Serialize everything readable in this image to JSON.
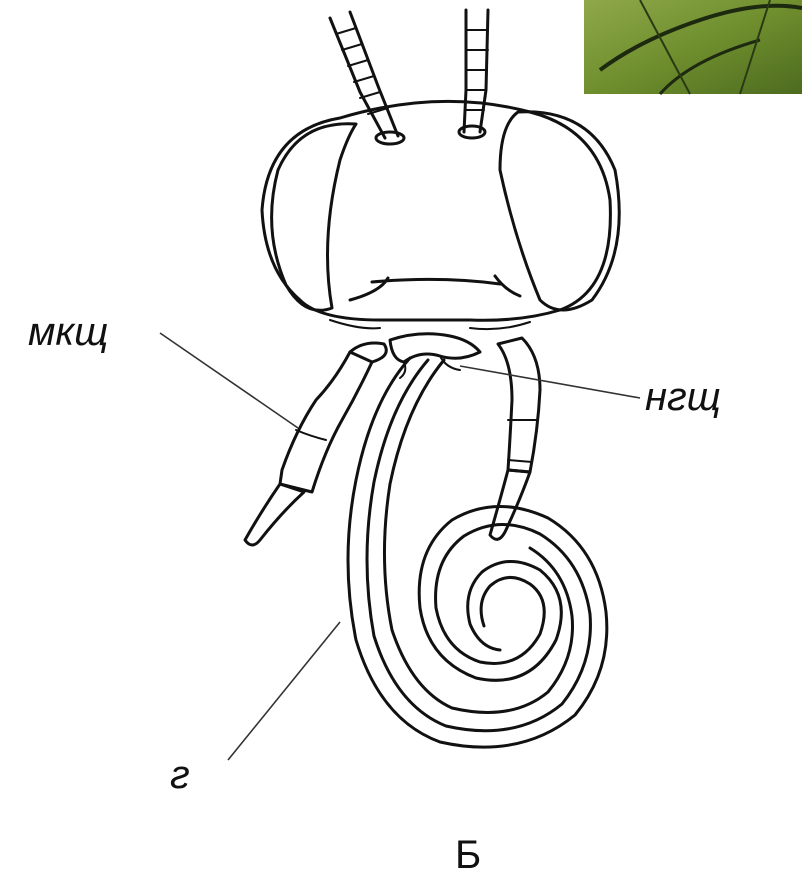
{
  "labels": {
    "maxilla": "мкщ",
    "labial": "нгщ",
    "proboscis": "г",
    "figure": "Б"
  },
  "colors": {
    "ink": "#111111",
    "leaf_green": "#6f8f2e"
  }
}
